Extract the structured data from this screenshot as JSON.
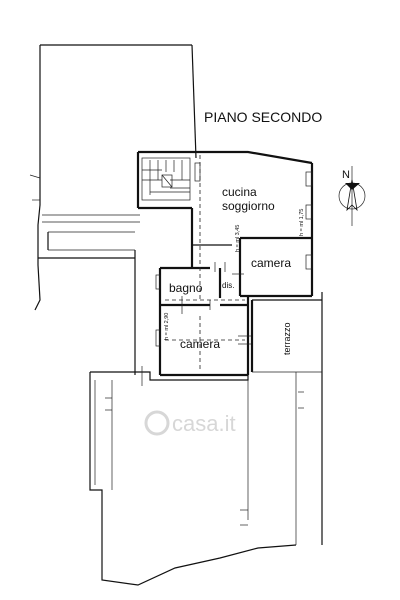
{
  "plan": {
    "floor_title": "PIANO SECONDO",
    "rooms": {
      "kitchen_line1": "cucina",
      "kitchen_line2": "soggiorno",
      "bedroom_upper": "camera",
      "bathroom": "bagno",
      "hallway": "dis.",
      "bedroom_lower": "camera",
      "terrace": "terrazzo"
    },
    "heights": {
      "kitchen_height": "h = ml 3,45",
      "kitchen_height_right": "h = ml 1,75",
      "bedroom_height": "h = ml 2,90"
    },
    "north_marker": "N",
    "watermark": "casa.it"
  },
  "colors": {
    "line": "#111111",
    "background": "#ffffff",
    "watermark": "#d7d7d7"
  }
}
